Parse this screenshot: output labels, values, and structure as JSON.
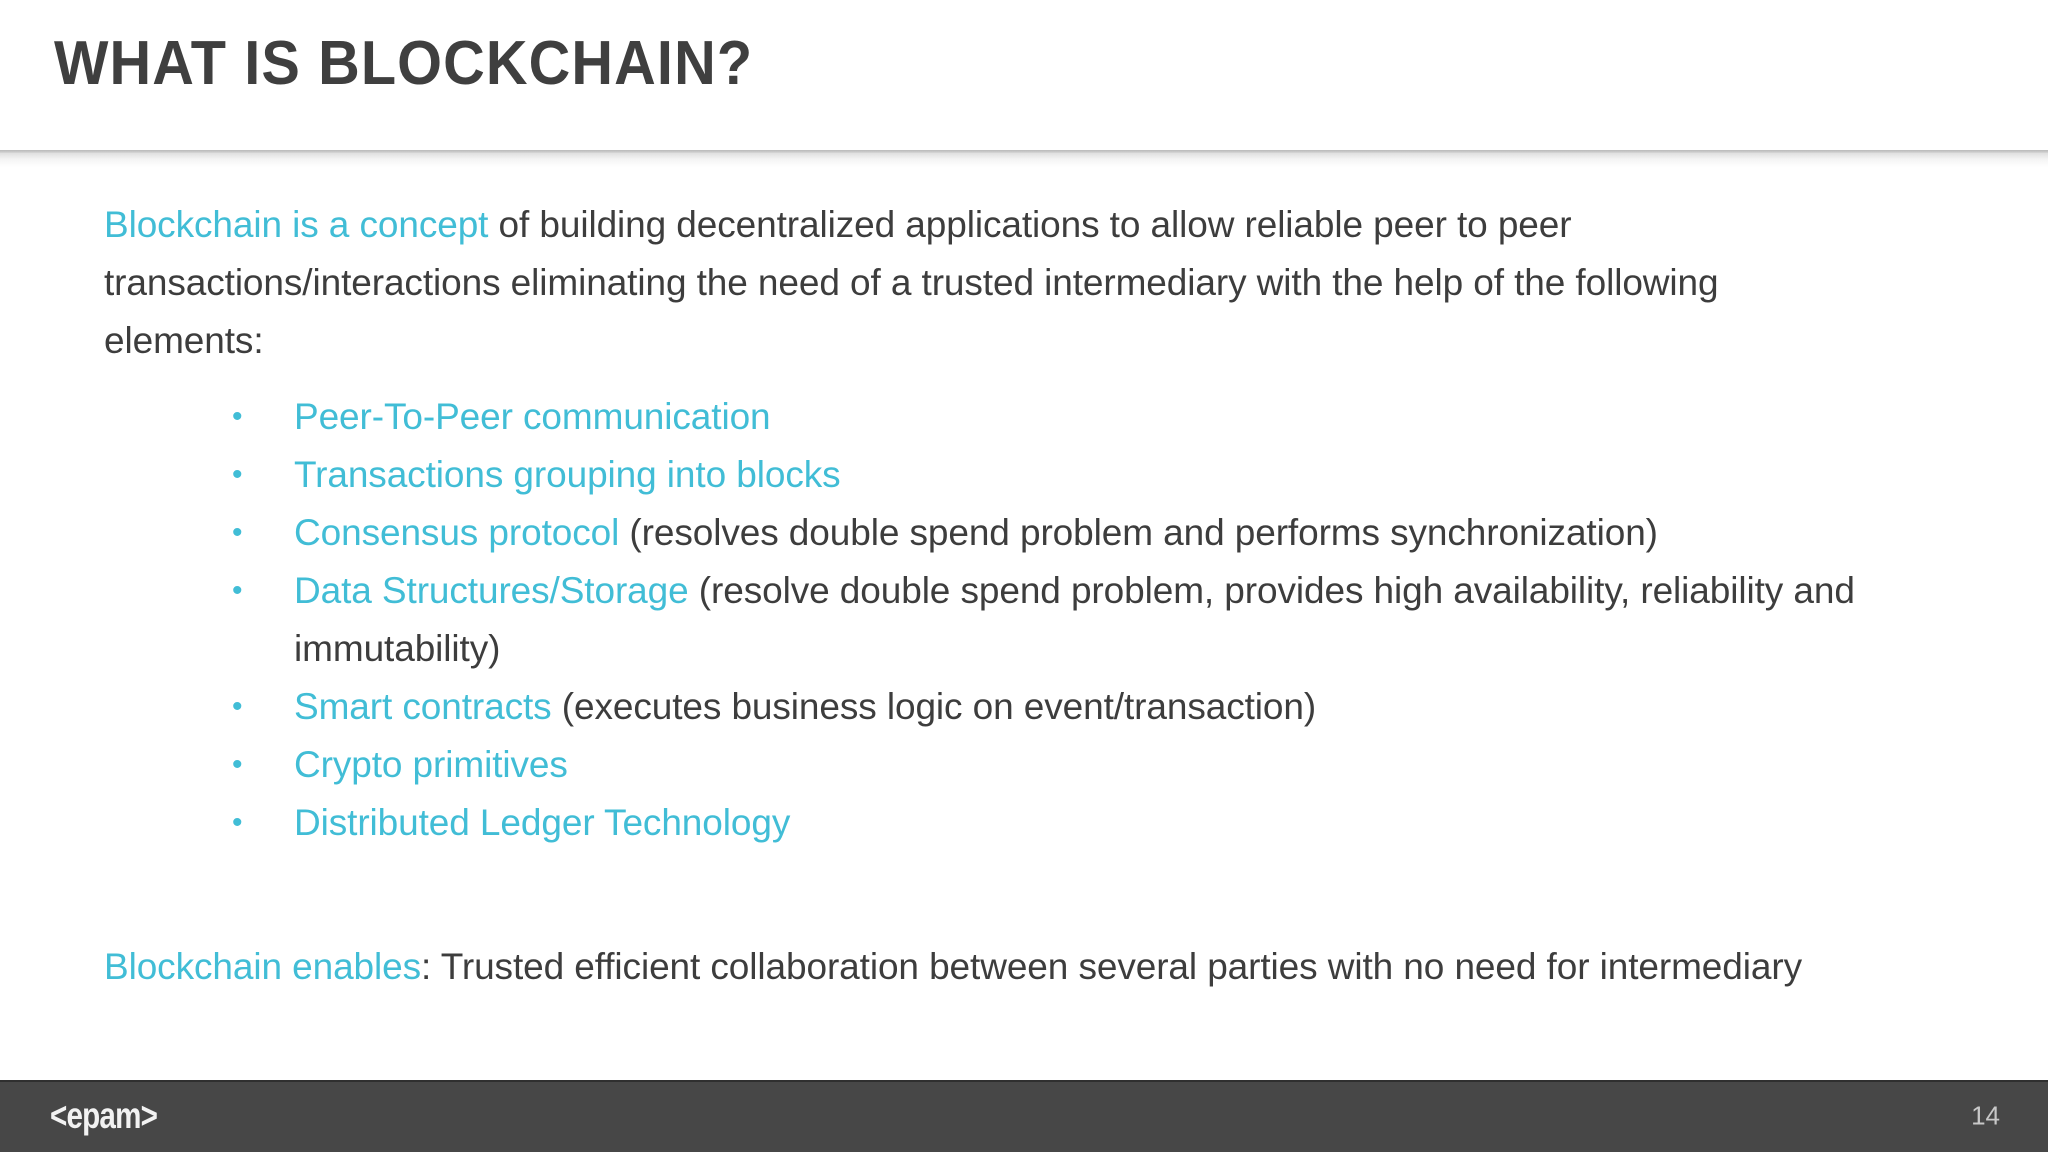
{
  "slide": {
    "title": "WHAT IS BLOCKCHAIN?",
    "accent_color": "#41bdd6",
    "text_color": "#3d3d3d",
    "footer_bg": "#474747"
  },
  "intro": {
    "accent": "Blockchain is a concept",
    "rest": " of building decentralized applications to allow reliable peer to peer transactions/interactions eliminating the need of a trusted intermediary with the help of the following elements:"
  },
  "bullets": [
    {
      "marker": "•",
      "accent": "Peer-To-Peer communication",
      "rest": ""
    },
    {
      "marker": "•",
      "accent": "Transactions  grouping into blocks",
      "rest": ""
    },
    {
      "marker": "•",
      "accent": "Consensus protocol",
      "rest": " (resolves double spend problem and performs synchronization)"
    },
    {
      "marker": "•",
      "accent": "Data Structures/Storage",
      "rest": " (resolve double spend problem, provides high availability, reliability and immutability)"
    },
    {
      "marker": "•",
      "accent": "Smart contracts",
      "rest": " (executes business logic on event/transaction)"
    },
    {
      "marker": "•",
      "accent": "Crypto primitives",
      "rest": ""
    },
    {
      "marker": "•",
      "accent": "Distributed Ledger Technology",
      "rest": ""
    }
  ],
  "closing": {
    "accent": "Blockchain enables",
    "rest": ": Trusted efficient collaboration between several parties with no need for intermediary"
  },
  "footer": {
    "logo": "<epam>",
    "page_number": "14"
  }
}
